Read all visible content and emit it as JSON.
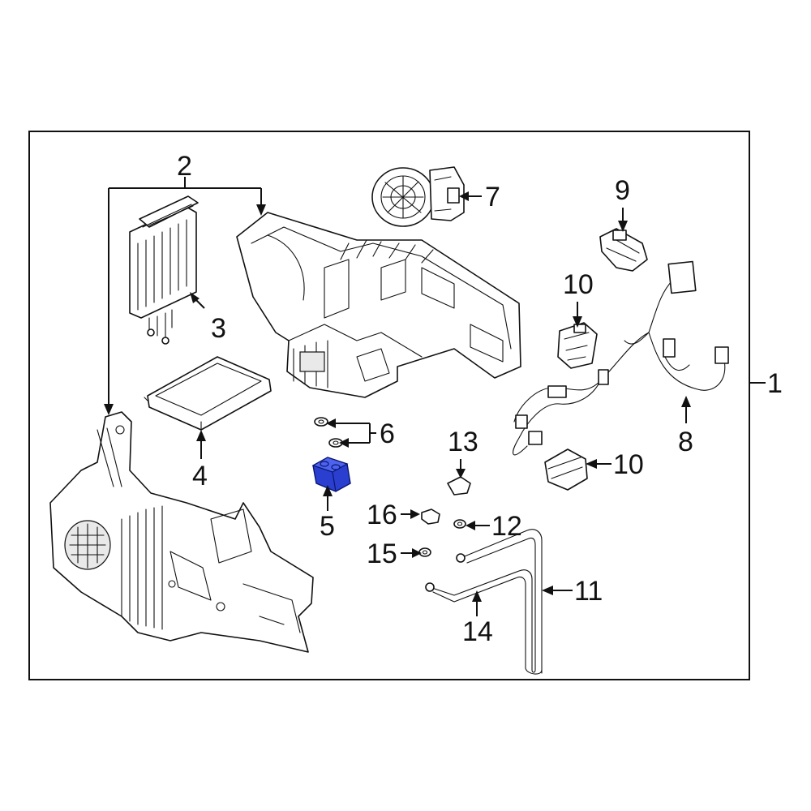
{
  "diagram": {
    "callouts": {
      "c1": "1",
      "c2": "2",
      "c3": "3",
      "c4": "4",
      "c5": "5",
      "c6": "6",
      "c7": "7",
      "c8": "8",
      "c9": "9",
      "c10a": "10",
      "c10b": "10",
      "c11": "11",
      "c12": "12",
      "c13": "13",
      "c14": "14",
      "c15": "15",
      "c16": "16"
    },
    "highlight_color": "#2a3fd0",
    "highlighted_part": "5"
  }
}
